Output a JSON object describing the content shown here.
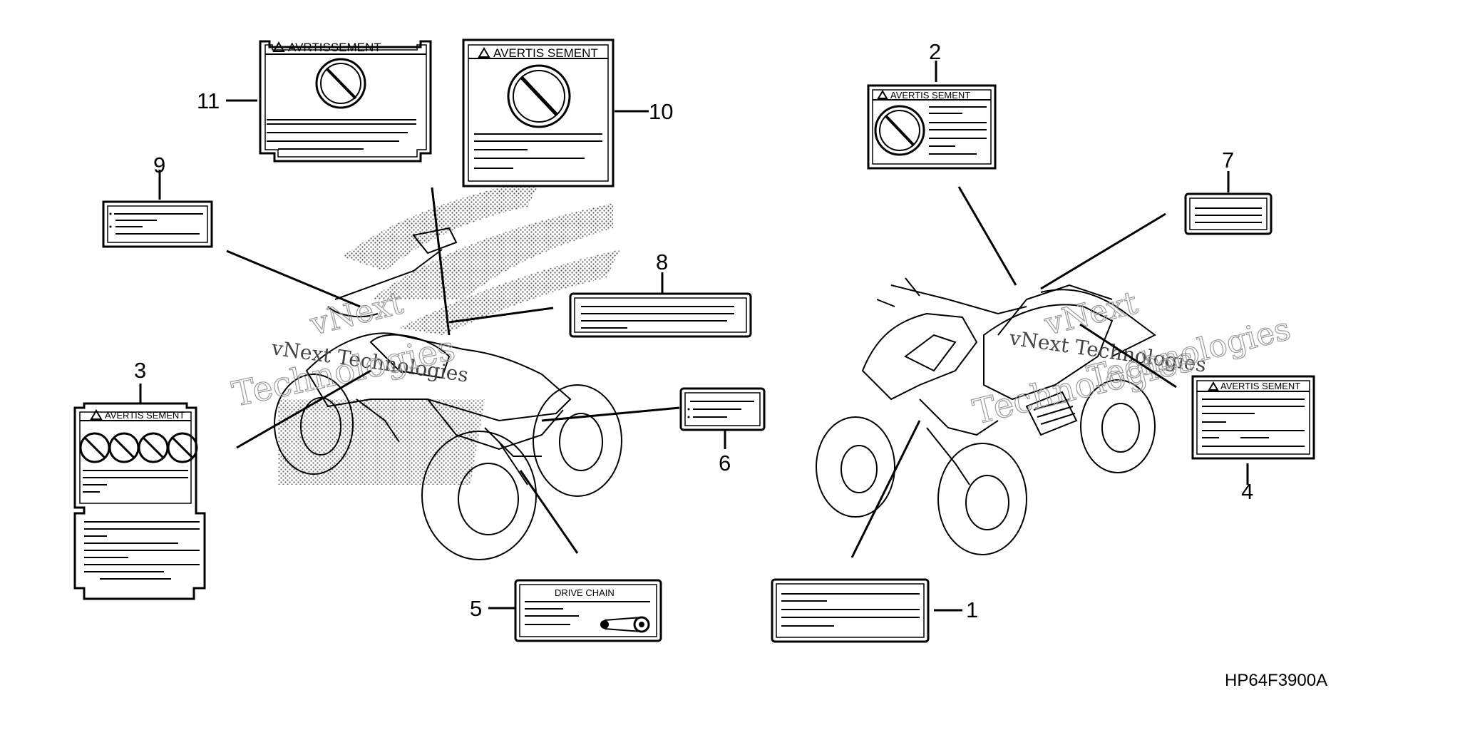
{
  "labels": {
    "avertissement": "AVRTISSEMENT",
    "avertis_sement": "AVERTIS SEMENT",
    "drive_chain": "DRIVE CHAIN"
  },
  "callouts": {
    "c1": "1",
    "c2": "2",
    "c3": "3",
    "c4": "4",
    "c5": "5",
    "c6": "6",
    "c7": "7",
    "c8": "8",
    "c9": "9",
    "c10": "10",
    "c11": "11"
  },
  "diagram_code": "HP64F3900A",
  "watermark": {
    "line1": "vNext Technologies",
    "line2": "Technologies",
    "line3": "vNext"
  },
  "icons": {
    "prohibition": "prohibition-icon",
    "warning": "warning-triangle-icon",
    "chain": "drive-chain-icon"
  }
}
